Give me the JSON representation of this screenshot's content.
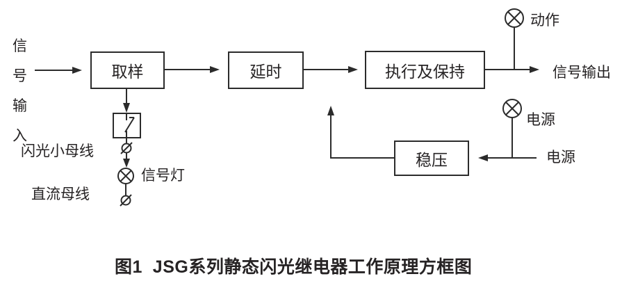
{
  "colors": {
    "line": "#2b2b2b",
    "text": "#262324",
    "background": "#ffffff"
  },
  "diagram": {
    "input_chars": [
      "信",
      "号",
      "输",
      "入"
    ],
    "boxes": {
      "sampling": {
        "label": "取样"
      },
      "delay": {
        "label": "延时"
      },
      "execute_hold": {
        "label": "执行及保持"
      },
      "regulator": {
        "label": "稳压"
      }
    },
    "labels": {
      "action": "动作",
      "signal_output": "信号输出",
      "power_indicator": "电源",
      "power_source": "电源",
      "signal_lamp": "信号灯",
      "flash_bus": "闪光小母线",
      "dc_bus": "直流母线"
    },
    "icons": {
      "lamp": "circle-with-x-cross",
      "terminal": "circle-with-slash",
      "switch": "contact-switch-in-box"
    }
  },
  "caption": "图1  JSG系列静态闪光继电器工作原理方框图"
}
